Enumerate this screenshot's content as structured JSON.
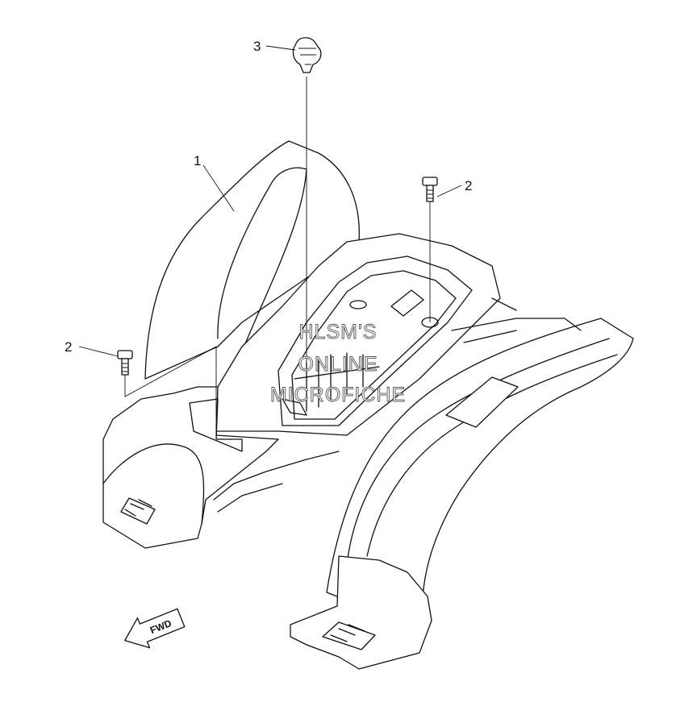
{
  "callouts": [
    {
      "number": "1",
      "part": "rear-fender"
    },
    {
      "number": "2",
      "part": "bolt-right"
    },
    {
      "number": "2",
      "part": "bolt-left"
    },
    {
      "number": "3",
      "part": "clip"
    }
  ],
  "watermark": {
    "line1": "HLSM'S",
    "line2": "ONLINE",
    "line3": "MICROFICHE"
  },
  "direction_arrow": {
    "label": "FWD"
  },
  "colors": {
    "line": "#111111",
    "background": "#ffffff"
  }
}
